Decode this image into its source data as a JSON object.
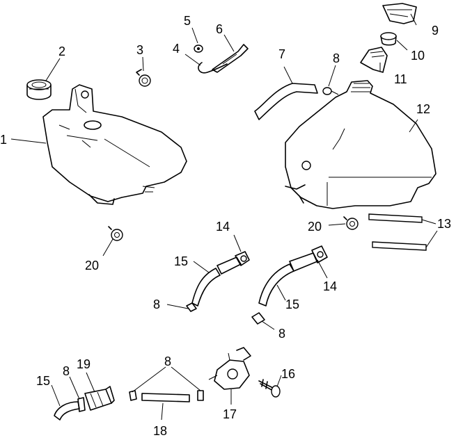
{
  "callouts": {
    "c1": "1",
    "c2": "2",
    "c3": "3",
    "c4": "4",
    "c5": "5",
    "c6": "6",
    "c7": "7",
    "c8a": "8",
    "c9": "9",
    "c10": "10",
    "c11": "11",
    "c12": "12",
    "c13": "13",
    "c14a": "14",
    "c15a": "15",
    "c20a": "20",
    "c20b": "20",
    "c8b": "8",
    "c15b": "15",
    "c14b": "14",
    "c8c": "8",
    "c15c": "15",
    "c8d": "8",
    "c19": "19",
    "c8e": "8",
    "c18": "18",
    "c17": "17",
    "c16": "16"
  }
}
